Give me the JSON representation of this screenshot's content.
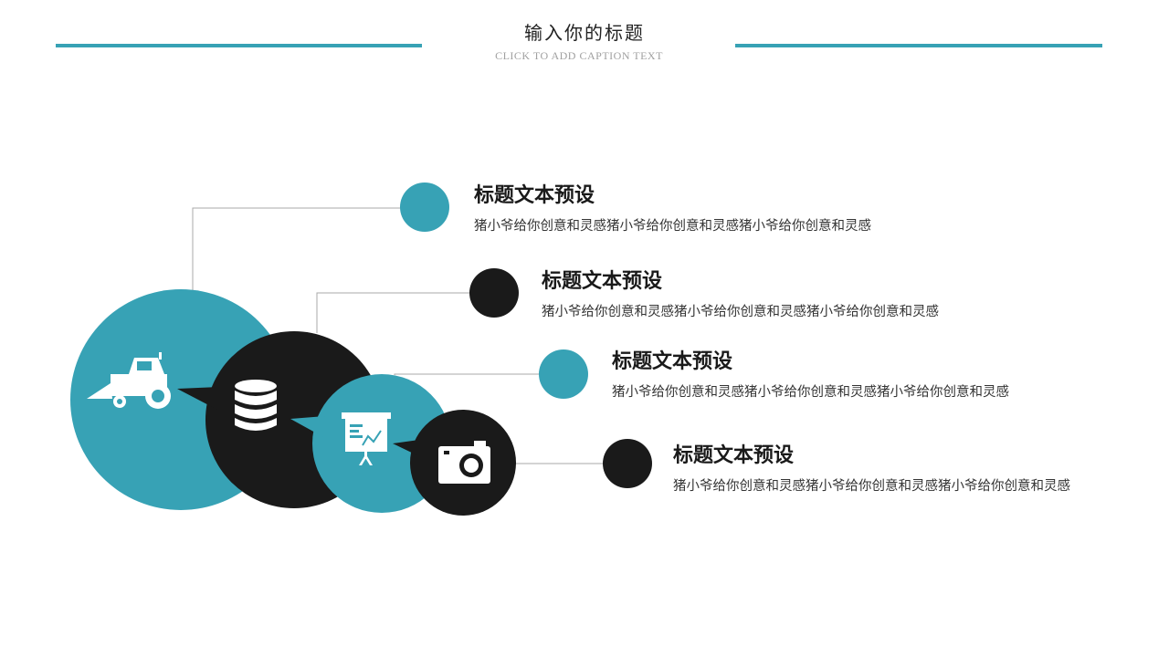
{
  "header": {
    "title": "输入你的标题",
    "subtitle": "CLICK TO ADD CAPTION TEXT"
  },
  "colors": {
    "teal": "#37a2b5",
    "dark": "#1a1a1a",
    "line": "#a8a8a8"
  },
  "items": [
    {
      "title": "标题文本预设",
      "desc": "猪小爷给你创意和灵感猪小爷给你创意和灵感猪小爷给你创意和灵感",
      "dot_color": "teal"
    },
    {
      "title": "标题文本预设",
      "desc": "猪小爷给你创意和灵感猪小爷给你创意和灵感猪小爷给你创意和灵感",
      "dot_color": "dark"
    },
    {
      "title": "标题文本预设",
      "desc": "猪小爷给你创意和灵感猪小爷给你创意和灵感猪小爷给你创意和灵感",
      "dot_color": "teal"
    },
    {
      "title": "标题文本预设",
      "desc": "猪小爷给你创意和灵感猪小爷给你创意和灵感猪小爷给你创意和灵感",
      "dot_color": "dark"
    }
  ],
  "bubbles": [
    {
      "icon": "tractor-icon",
      "color": "teal"
    },
    {
      "icon": "database-icon",
      "color": "dark"
    },
    {
      "icon": "presentation-chart-icon",
      "color": "teal"
    },
    {
      "icon": "camera-icon",
      "color": "dark"
    }
  ]
}
